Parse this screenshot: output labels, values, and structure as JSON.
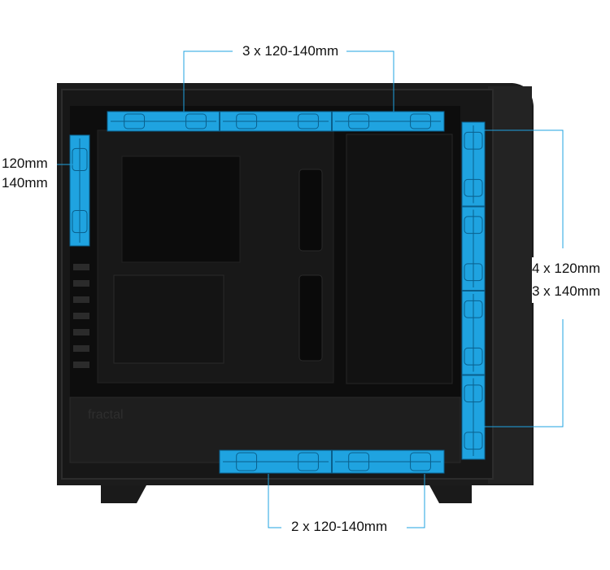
{
  "product": "PC case side view with fan mounting positions",
  "colors": {
    "fan_accent": "#1fa3e0",
    "fan_dark": "#0a5f8c",
    "case_body": "#1b1b1b",
    "case_interior": "#111111",
    "leader_line": "#1fa3e0",
    "text": "#111111"
  },
  "labels": {
    "top": "3 x 120-140mm",
    "left_line1": "120mm",
    "left_line2": "140mm",
    "right_line1": "4 x 120mm",
    "right_line2": "3 x 140mm",
    "bottom": "2 x 120-140mm"
  },
  "case_logo_text": "fractal",
  "fan_groups": [
    {
      "position": "top",
      "count": 3
    },
    {
      "position": "rear",
      "count": 1
    },
    {
      "position": "front",
      "count": 4
    },
    {
      "position": "bottom",
      "count": 2
    }
  ]
}
